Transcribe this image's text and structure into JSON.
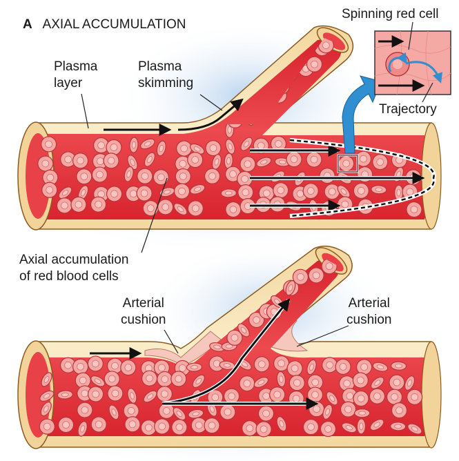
{
  "panel": {
    "letter": "A",
    "title": "AXIAL ACCUMULATION"
  },
  "labels": {
    "plasma_layer": [
      "Plasma",
      "layer"
    ],
    "plasma_skimming": [
      "Plasma",
      "skimming"
    ],
    "spinning_red_cell": "Spinning red cell",
    "trajectory": "Trajectory",
    "axial_accumulation": [
      "Axial accumulation",
      "of red blood cells"
    ],
    "arterial_cushion_left": [
      "Arterial",
      "cushion"
    ],
    "arterial_cushion_right": [
      "Arterial",
      "cushion"
    ]
  },
  "colors": {
    "vessel_wall": "#f6dfae",
    "plasma": "#fbe9cf",
    "blood": "#e0323a",
    "cell_fill": "#f4a7a3",
    "cell_rim": "#b8353b",
    "halo": "#bcd6ef",
    "flow_arrow": "#111111",
    "callout_arrow": "#2f8fd0"
  }
}
